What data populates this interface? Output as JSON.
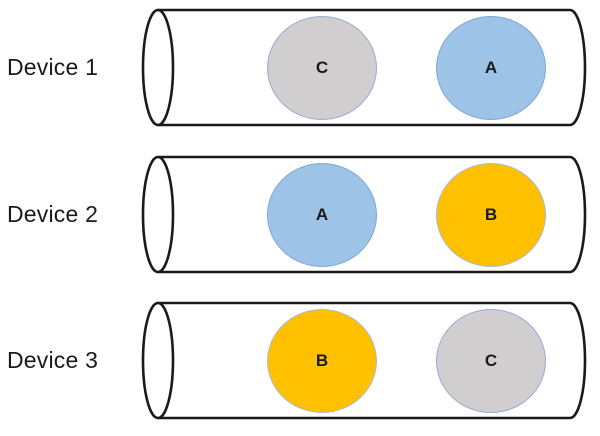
{
  "diagram": {
    "devices": [
      {
        "label": "Device 1",
        "slots": [
          {
            "letter": "C",
            "type": "gray"
          },
          {
            "letter": "A",
            "type": "blue"
          }
        ]
      },
      {
        "label": "Device 2",
        "slots": [
          {
            "letter": "A",
            "type": "blue"
          },
          {
            "letter": "B",
            "type": "orange"
          }
        ]
      },
      {
        "label": "Device 3",
        "slots": [
          {
            "letter": "B",
            "type": "orange"
          },
          {
            "letter": "C",
            "type": "gray"
          }
        ]
      }
    ],
    "colors": {
      "blue_fill": "#9dc3e6",
      "blue_border": "#7da7d8",
      "gray_fill": "#d0cece",
      "gray_border": "#95acd7",
      "orange_fill": "#ffc000",
      "orange_border": "#a9bad6",
      "cylinder_outline": "#1a1a1a",
      "label_color": "#1a1a1a",
      "background": "#ffffff"
    }
  }
}
